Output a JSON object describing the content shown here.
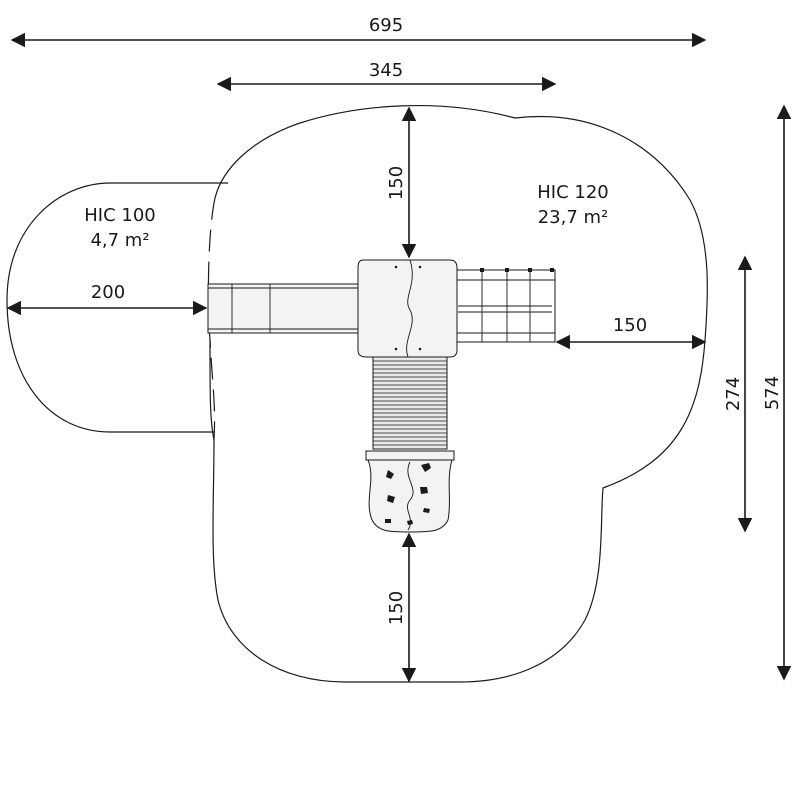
{
  "diagram": {
    "dimensions": {
      "total_width": "695",
      "platform_span": "345",
      "top_clearance": "150",
      "left_clearance": "200",
      "right_clearance": "150",
      "bottom_clearance": "150",
      "structure_depth": "274",
      "total_depth": "574"
    },
    "zones": {
      "small": {
        "name": "HIC 100",
        "area": "4,7 m²"
      },
      "large": {
        "name": "HIC 120",
        "area": "23,7 m²"
      }
    }
  }
}
